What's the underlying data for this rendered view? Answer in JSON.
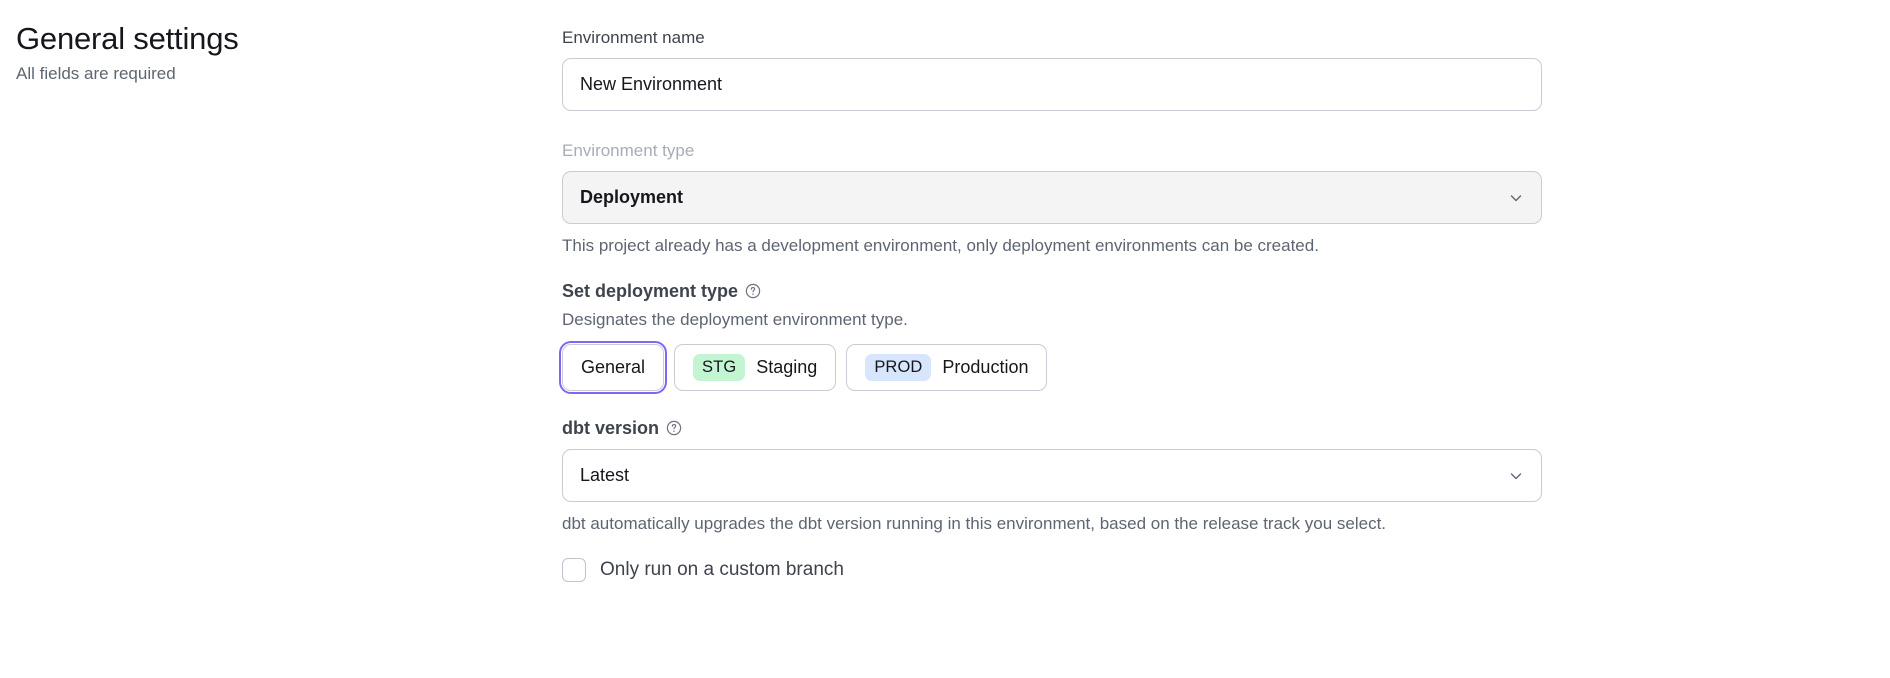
{
  "header": {
    "title": "General settings",
    "subtitle": "All fields are required"
  },
  "form": {
    "environment_name": {
      "label": "Environment name",
      "value": "New Environment",
      "placeholder": "Environment name"
    },
    "environment_type": {
      "label": "Environment type",
      "value": "Deployment",
      "disabled": true,
      "hint": "This project already has a development environment, only deployment environments can be created.",
      "chevron_icon": "chevron-down-icon"
    },
    "deployment_type": {
      "heading": "Set deployment type",
      "help_icon": "help-circle-icon",
      "description": "Designates the deployment environment type.",
      "options": [
        {
          "id": "general",
          "badge": "",
          "label": "General",
          "selected": true
        },
        {
          "id": "staging",
          "badge": "STG",
          "label": "Staging",
          "selected": false
        },
        {
          "id": "production",
          "badge": "PROD",
          "label": "Production",
          "selected": false
        }
      ]
    },
    "dbt_version": {
      "label": "dbt version",
      "help_icon": "help-circle-icon",
      "value": "Latest",
      "chevron_icon": "chevron-down-icon",
      "hint": "dbt automatically upgrades the dbt version running in this environment, based on the release track you select."
    },
    "custom_branch": {
      "label": "Only run on a custom branch",
      "checked": false
    }
  },
  "colors": {
    "focus_ring": "#7c69ef",
    "badge_stg_bg": "#c3f5d2",
    "badge_prod_bg": "#d7e6fd",
    "text_primary": "#16161d",
    "text_secondary": "#5e6572",
    "border": "#c9ccd3"
  }
}
